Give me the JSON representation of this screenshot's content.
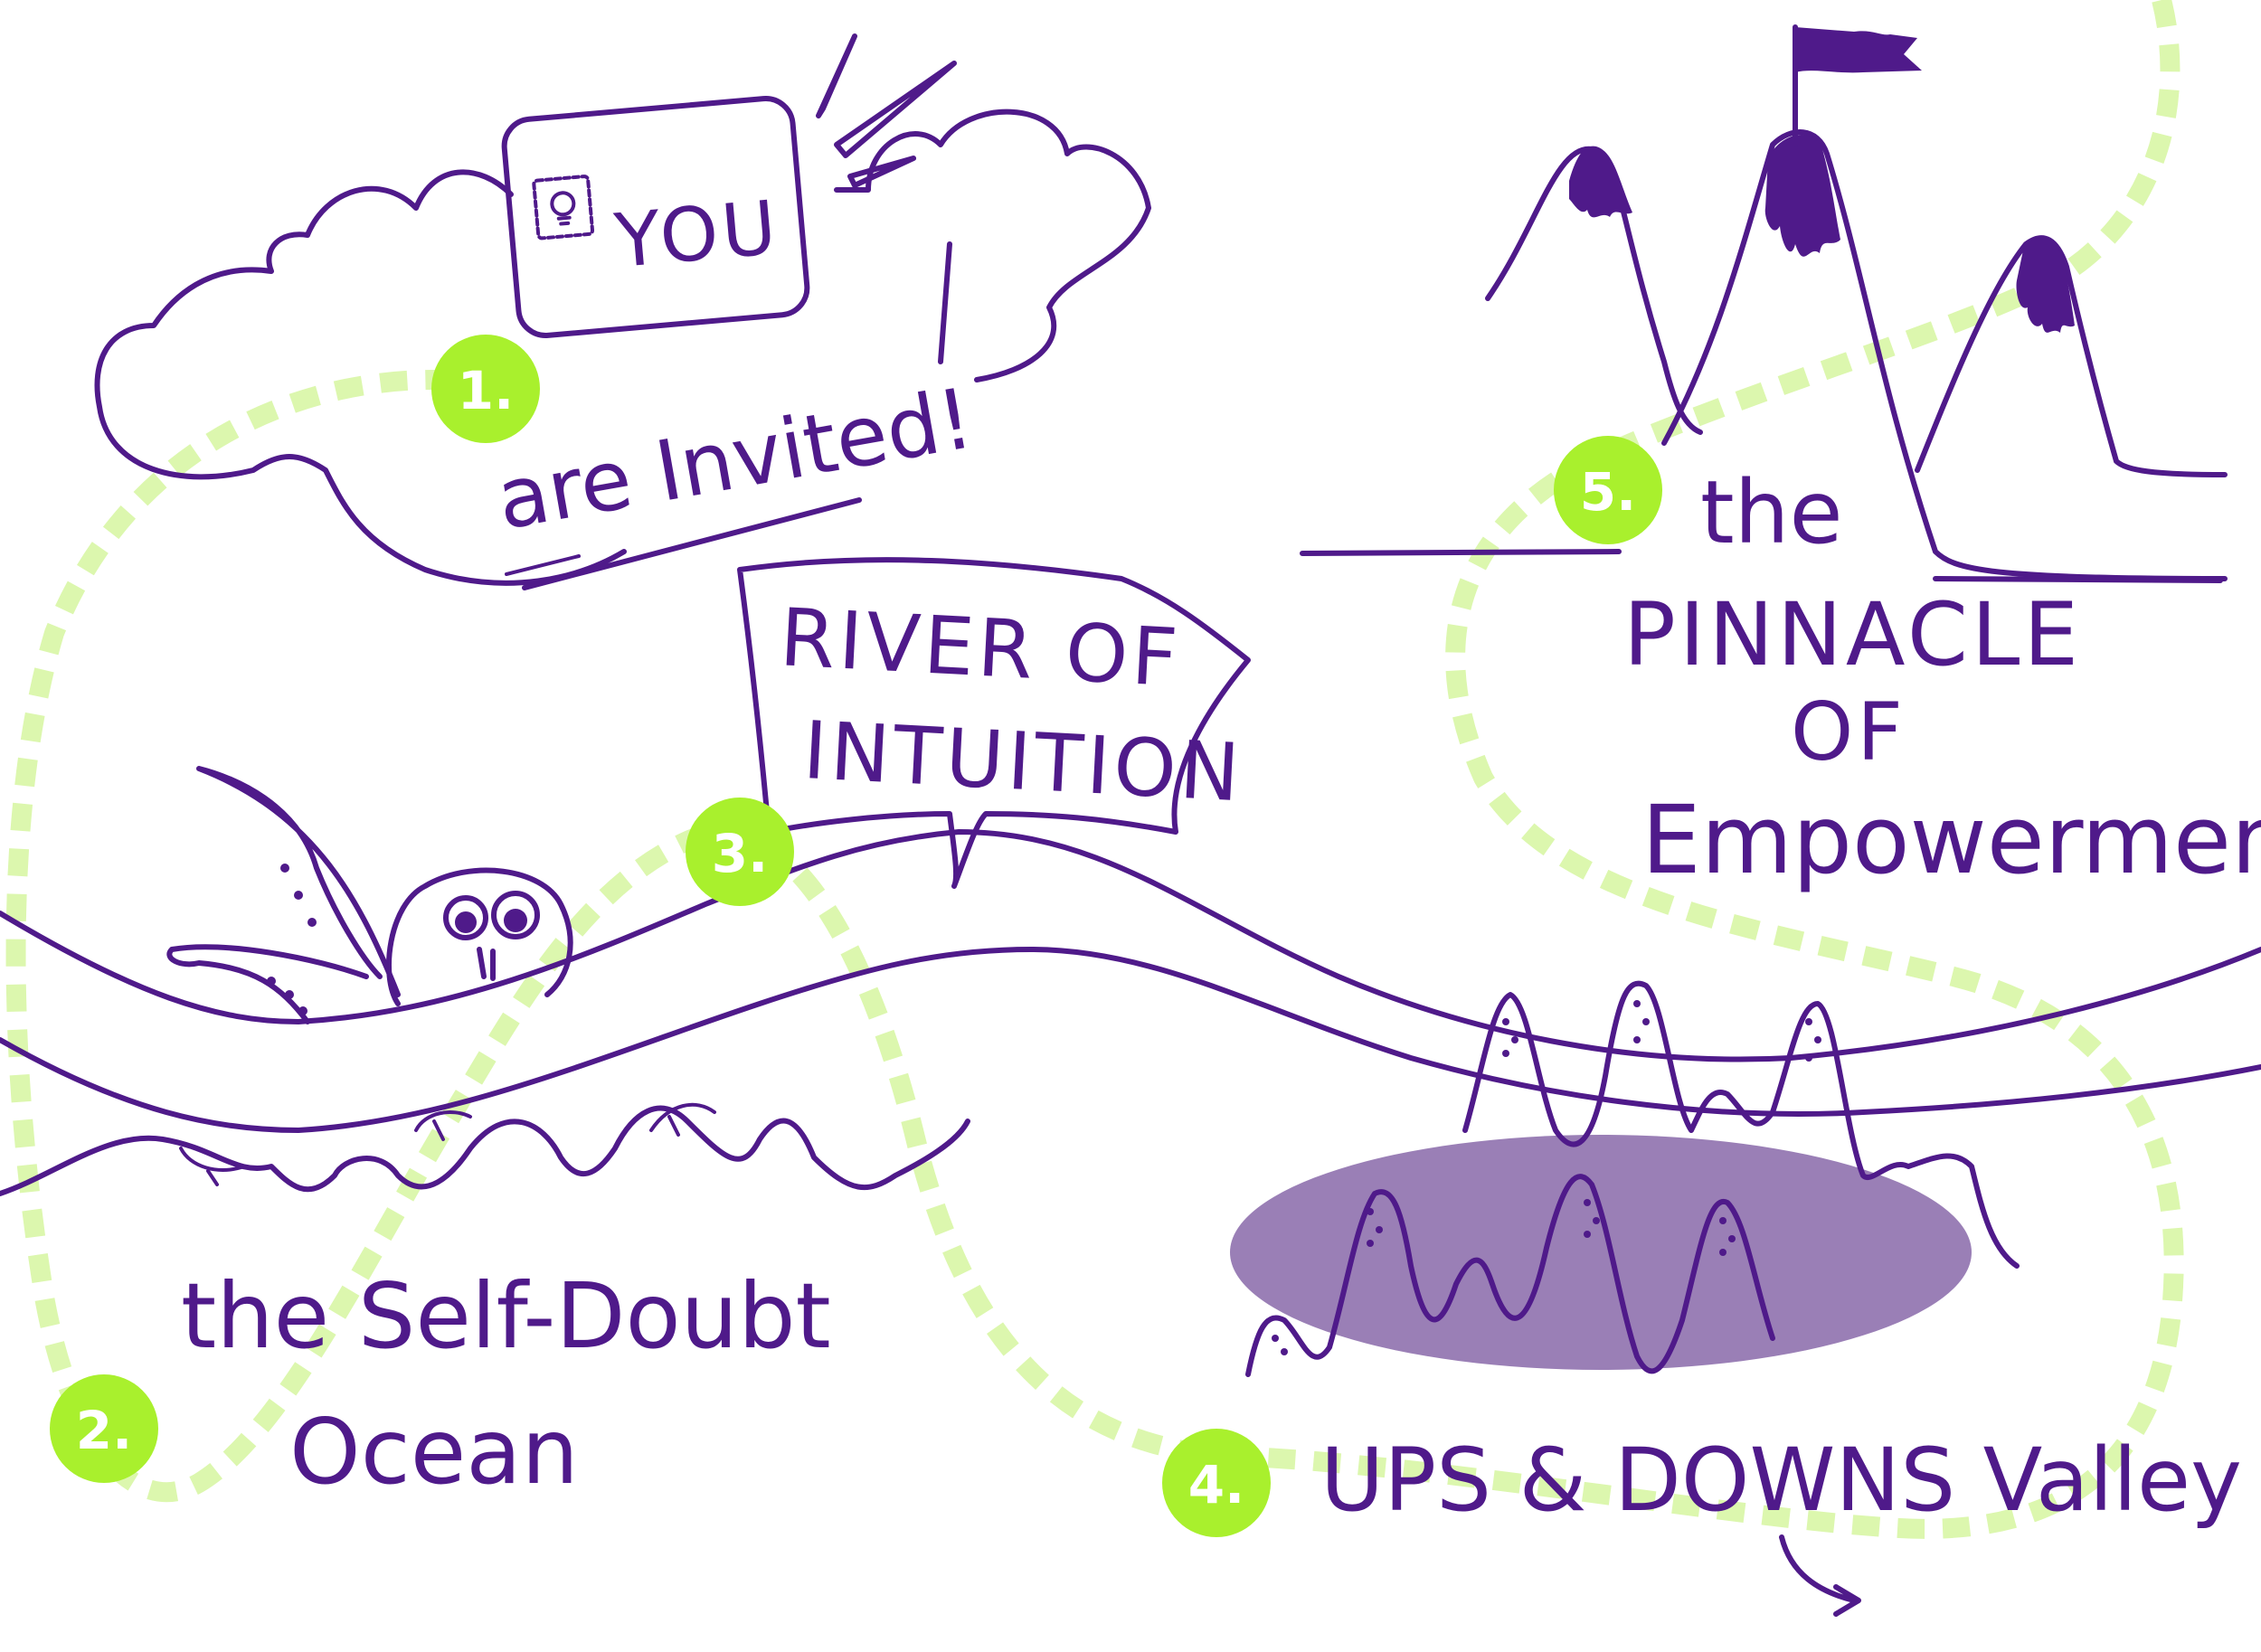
{
  "steps": [
    {
      "number": "1.",
      "label_a": "YOU",
      "label_b": "are Invited!"
    },
    {
      "number": "2.",
      "label_a": "the Self-Doubt",
      "label_b": "Ocean"
    },
    {
      "number": "3.",
      "label_a": "RIVER OF",
      "label_b": "INTUITION"
    },
    {
      "number": "4.",
      "label_a": "UPS & DOWNS Valley"
    },
    {
      "number": "5.",
      "label_a": "the",
      "label_b": "PINNACLE",
      "label_c": "OF",
      "label_d": "Empowerment"
    }
  ],
  "colors": {
    "ink": "#4f1a8a",
    "path": "#dcf7ae",
    "badge": "#a9f02d",
    "lake": "#9a7fb6"
  },
  "icons": [
    "lightbulb-stamp-icon",
    "flag-icon",
    "octopus-icon",
    "mountain-icon"
  ]
}
